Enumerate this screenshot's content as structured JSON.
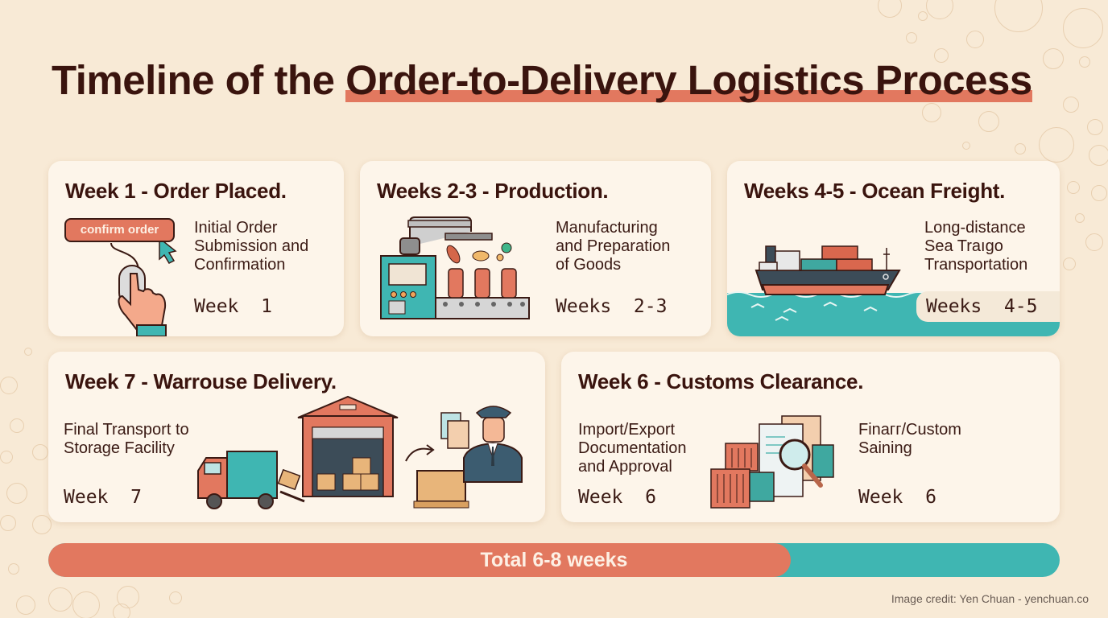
{
  "title": {
    "prefix": "Timeline of the ",
    "highlight": "Order-to-Delivery Logistics Process"
  },
  "colors": {
    "background": "#f8ead6",
    "card": "#fdf5ea",
    "accent_coral": "#e2785f",
    "accent_teal": "#3fb6b2",
    "text_dark": "#3a140e"
  },
  "stages": [
    {
      "title": "Week 1 - Order Placed.",
      "description": [
        "Initial Order",
        "Submission and",
        "Confirmation"
      ],
      "duration": "Week  1",
      "illustration": "mouse-click-confirm-order",
      "button_label": "confirm order"
    },
    {
      "title": "Weeks 2-3 - Production.",
      "description": [
        "Manufacturing",
        "and Preparation",
        "of Goods"
      ],
      "duration": "Weeks  2-3",
      "illustration": "factory-conveyor-bottles"
    },
    {
      "title": "Weeks 4-5 - Ocean Freight.",
      "description": [
        "Long-distance",
        "Sea Traıgo",
        "Transportation"
      ],
      "duration": "Weeks  4-5",
      "illustration": "cargo-ship-on-sea"
    },
    {
      "title": "Week 7 - Warrouse Delivery.",
      "description": [
        "Final Transport to",
        "Storage Facility"
      ],
      "duration": "Week  7",
      "illustration": "truck-warehouse-officer"
    },
    {
      "title": "Week 6 - Customs Clearance.",
      "description": [
        "Import/Export",
        "Documentation",
        "and Approval"
      ],
      "description_secondary": [
        "Finaгг/Custom",
        "Saining"
      ],
      "duration": "Week  6",
      "duration_secondary": "Week  6",
      "illustration": "containers-documents-magnifier"
    }
  ],
  "total": {
    "label": "Total 6-8 weeks",
    "fill_percent": 73
  },
  "credit": "Image credit: Yen Chuan - yenchuan.co"
}
